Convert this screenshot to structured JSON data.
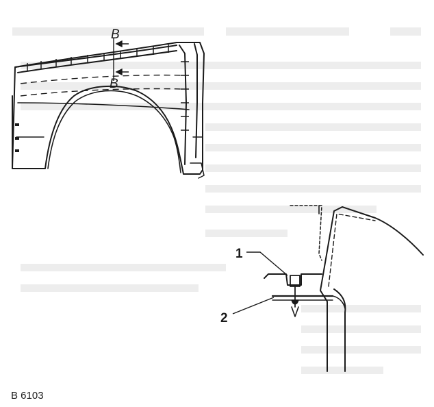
{
  "section_marker_top": "B",
  "section_marker_bottom": "B",
  "callout_1": "1",
  "callout_2": "2",
  "reference_code": "B 6103"
}
